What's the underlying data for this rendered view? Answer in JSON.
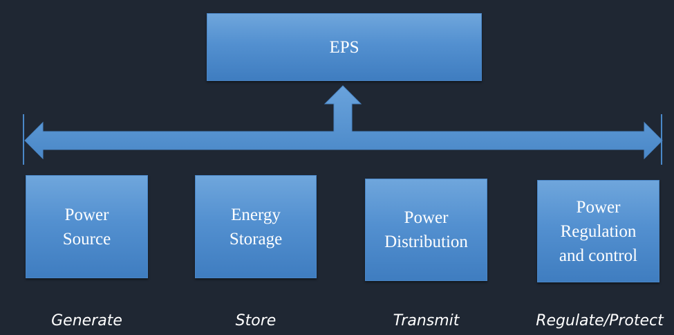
{
  "diagram": {
    "root": {
      "label": "EPS"
    },
    "components": [
      {
        "label": "Power\nSource",
        "function": "Generate"
      },
      {
        "label": "Energy\nStorage",
        "function": "Store"
      },
      {
        "label": "Power\nDistribution",
        "function": "Transmit"
      },
      {
        "label": "Power\nRegulation\nand control",
        "function": "Regulate/Protect"
      }
    ],
    "colors": {
      "background": "#1f2733",
      "box_fill": "#5b9bd5",
      "text": "#ffffff"
    }
  }
}
